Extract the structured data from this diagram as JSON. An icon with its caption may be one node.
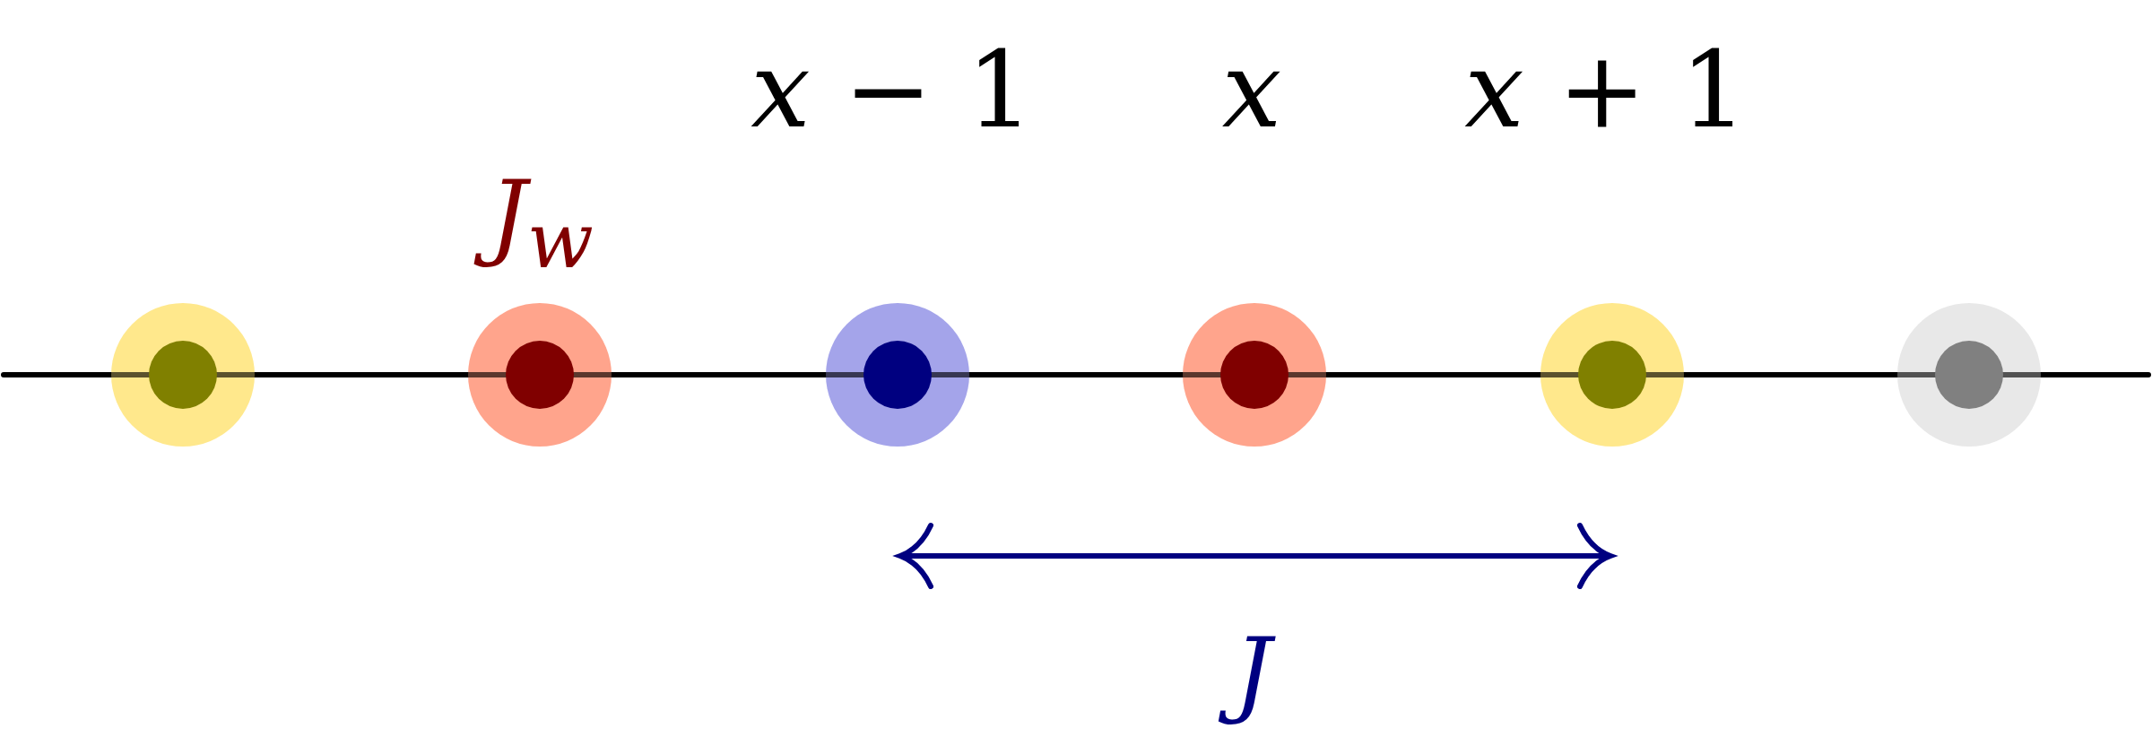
{
  "diagram": {
    "nodes": [
      {
        "text": [],
        "shape": "circle"
      },
      {
        "text": [],
        "shape": "circle"
      },
      {
        "text": [],
        "shape": "circle"
      },
      {
        "text": [],
        "shape": "circle"
      },
      {
        "text": [],
        "shape": "circle"
      },
      {
        "text": [],
        "shape": "circle"
      }
    ],
    "labels": [
      "*x* − 1",
      "*x*",
      "*x* + 1",
      "J$_{w}$",
      "J"
    ]
  }
}
